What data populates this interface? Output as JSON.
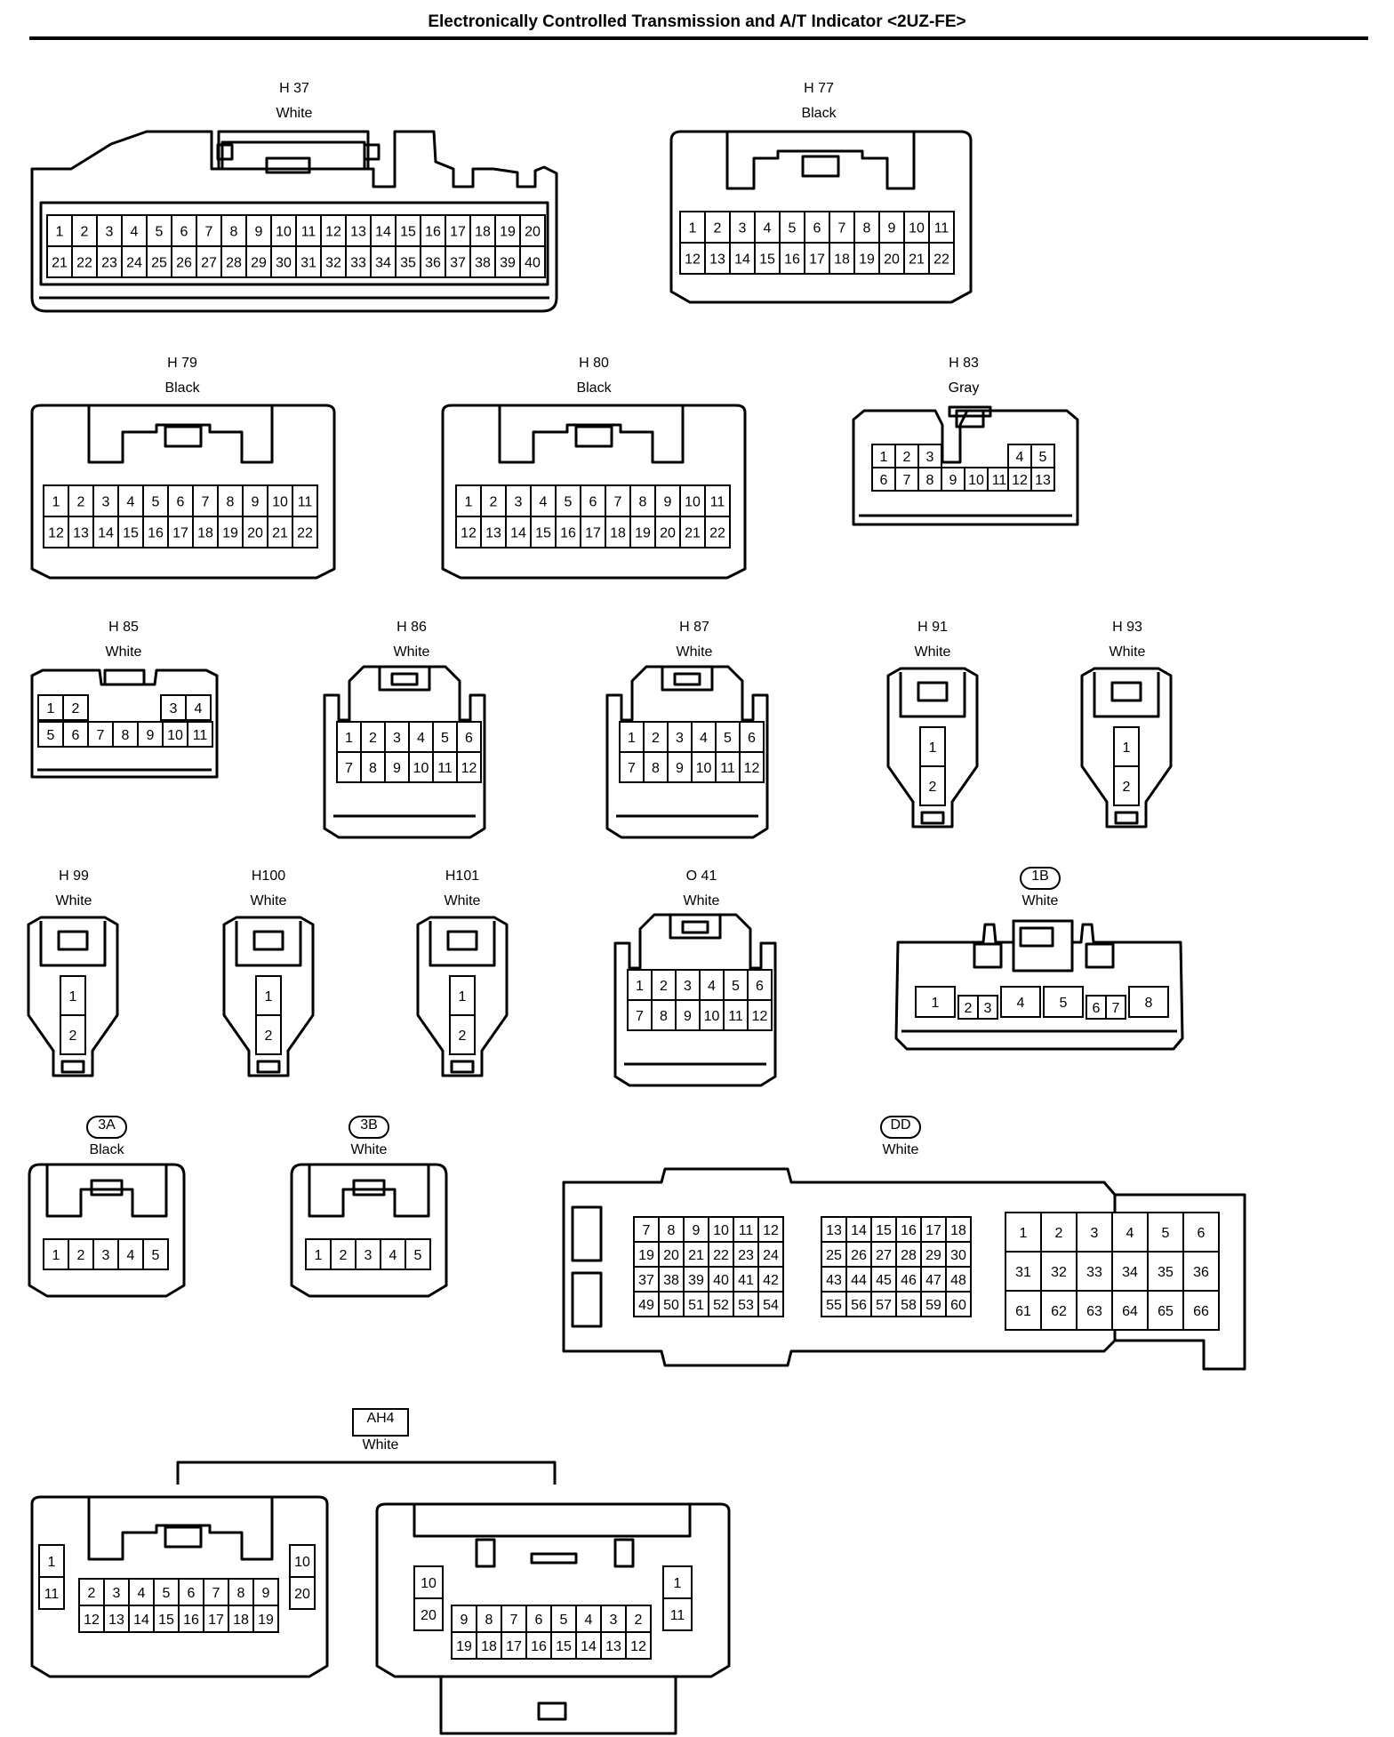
{
  "title": "Electronically Controlled Transmission and A/T Indicator <2UZ-FE>",
  "connectors": [
    {
      "id": "H 37",
      "color": "White",
      "boxed": false
    },
    {
      "id": "H 77",
      "color": "Black",
      "boxed": false
    },
    {
      "id": "H 79",
      "color": "Black",
      "boxed": false
    },
    {
      "id": "H 80",
      "color": "Black",
      "boxed": false
    },
    {
      "id": "H 83",
      "color": "Gray",
      "boxed": false
    },
    {
      "id": "H 85",
      "color": "White",
      "boxed": false
    },
    {
      "id": "H 86",
      "color": "White",
      "boxed": false
    },
    {
      "id": "H 87",
      "color": "White",
      "boxed": false
    },
    {
      "id": "H 91",
      "color": "White",
      "boxed": false
    },
    {
      "id": "H 93",
      "color": "White",
      "boxed": false
    },
    {
      "id": "H 99",
      "color": "White",
      "boxed": false
    },
    {
      "id": "H100",
      "color": "White",
      "boxed": false
    },
    {
      "id": "H101",
      "color": "White",
      "boxed": false
    },
    {
      "id": "O 41",
      "color": "White",
      "boxed": false
    },
    {
      "id": "1B",
      "color": "White",
      "boxed": true
    },
    {
      "id": "3A",
      "color": "Black",
      "boxed": true
    },
    {
      "id": "3B",
      "color": "White",
      "boxed": true
    },
    {
      "id": "DD",
      "color": "White",
      "boxed": true
    },
    {
      "id": "AH4",
      "color": "White",
      "boxed": true
    }
  ]
}
